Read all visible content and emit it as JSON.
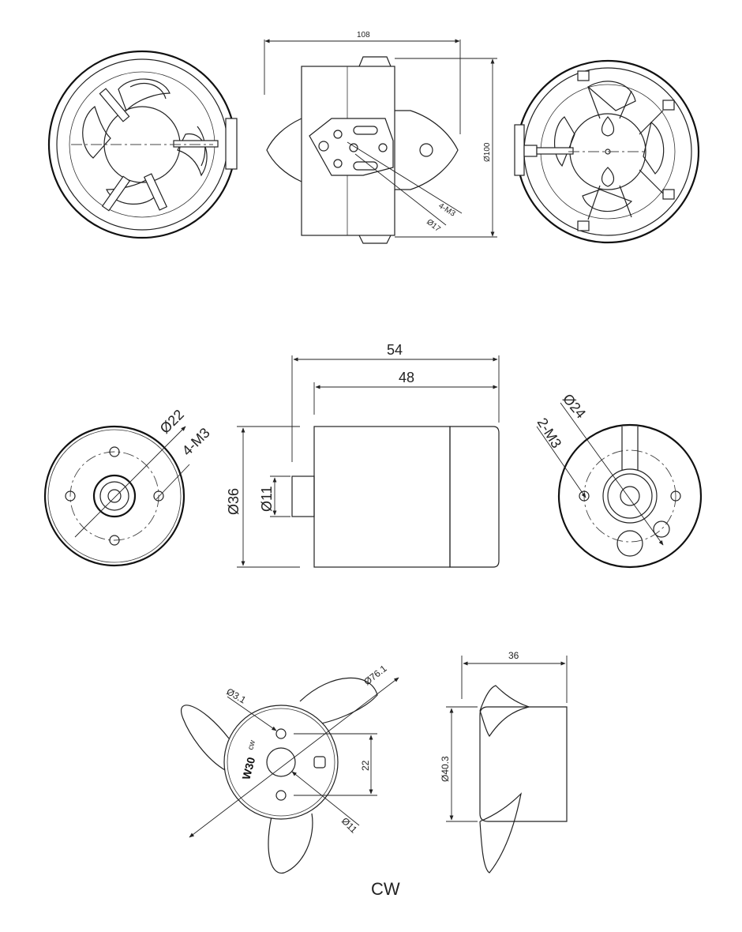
{
  "fan_unit": {
    "overall_length": "108",
    "diameter": "Ø100",
    "mount_holes": "4-M3",
    "mount_diameter": "Ø17"
  },
  "motor": {
    "total_length": "54",
    "body_length": "48",
    "body_diameter": "Ø36",
    "shaft_diameter": "Ø11",
    "front_bolt_circle": "Ø22",
    "front_holes": "4-M3",
    "rear_bolt_circle": "Ø24",
    "rear_holes": "2-M3"
  },
  "rotor": {
    "outer_diameter": "Ø76.1",
    "pin_hole": "Ø3.1",
    "hole_spacing": "22",
    "bore": "Ø11",
    "brand": "W30",
    "brand_suffix": "cw",
    "hub_width": "36",
    "hub_diameter": "Ø40.3",
    "rotation": "CW"
  }
}
